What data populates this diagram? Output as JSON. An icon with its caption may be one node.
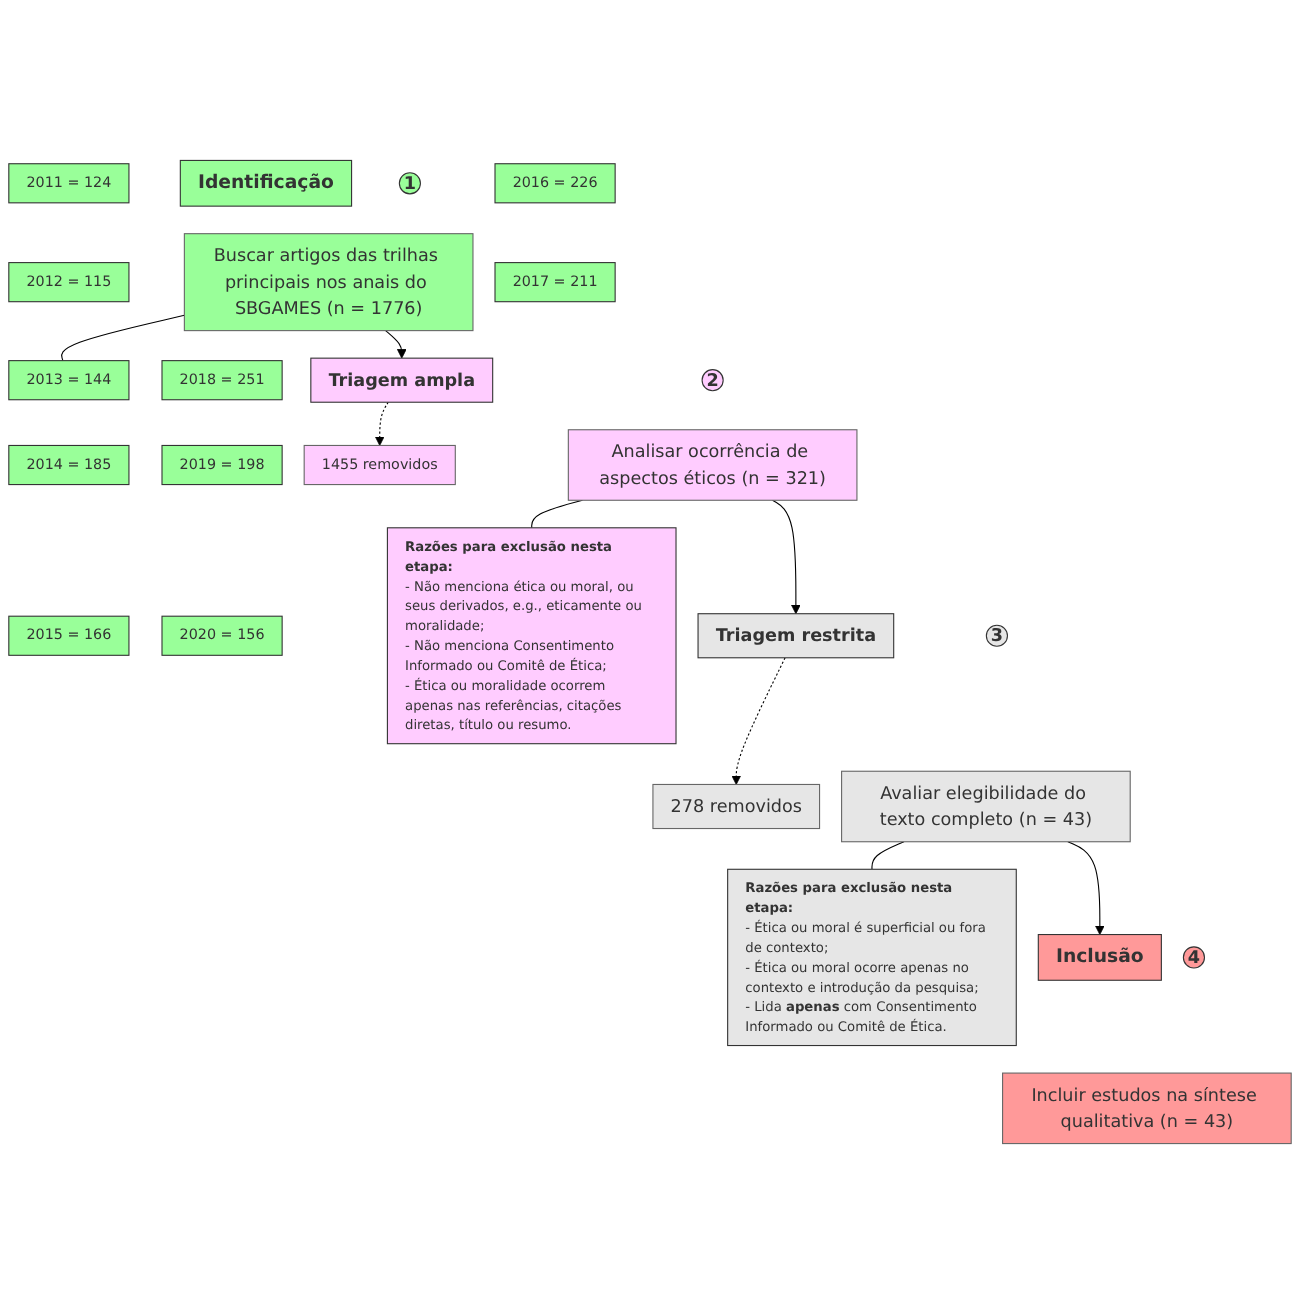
{
  "diagram": {
    "nodes": [
      {
        "text": [
          "Identificação"
        ]
      },
      {
        "text": [
          "Buscar artigos das trilhas principais nos anais do SBGAMES (n = 1776)"
        ]
      },
      {
        "text": [
          "1"
        ]
      },
      {
        "text": [
          "2011 = 124"
        ]
      },
      {
        "text": [
          "2016 = 226"
        ]
      },
      {
        "text": [
          "2012 = 115"
        ]
      },
      {
        "text": [
          "2017 = 211"
        ]
      },
      {
        "text": [
          "2013 = 144"
        ]
      },
      {
        "text": [
          "2018 = 251"
        ]
      },
      {
        "text": [
          "2014 = 185"
        ]
      },
      {
        "text": [
          "2019 = 198"
        ]
      },
      {
        "text": [
          "2015 = 166"
        ]
      },
      {
        "text": [
          "2020 = 156"
        ]
      },
      {
        "text": [
          "Triagem ampla"
        ]
      },
      {
        "text": [
          "1455 removidos"
        ]
      },
      {
        "text": [
          "Analisar ocorrência de aspectos éticos (n = 321)"
        ]
      },
      {
        "text": [
          "2"
        ]
      },
      {
        "text": [
          "Razões para exclusão nesta etapa:",
          "- Não menciona ética ou moral, ou seus derivados, e.g., eticamente ou moralidade;",
          "- Não menciona Consentimento Informado ou Comitê de Ética;",
          "- Ética ou moralidade ocorrem apenas nas referências, citações diretas, título ou resumo."
        ]
      },
      {
        "text": [
          "Triagem restrita"
        ]
      },
      {
        "text": [
          "278 removidos"
        ]
      },
      {
        "text": [
          "Avaliar elegibilidade do texto completo (n = 43)"
        ]
      },
      {
        "text": [
          "3"
        ]
      },
      {
        "text": [
          "Razões para exclusão nesta etapa:",
          "- Ética ou moral é superficial ou fora de contexto;",
          "- Ética ou moral ocorre apenas no contexto e introdução da pesquisa;",
          "- Lida **apenas** com Consentimento Informado ou Comitê de Ética."
        ]
      },
      {
        "text": [
          "Inclusão"
        ]
      },
      {
        "text": [
          "Incluir estudos na síntese qualitativa (n = 43)"
        ]
      },
      {
        "text": [
          "4"
        ]
      }
    ],
    "edges": [
      {
        "from": 1,
        "to": 13,
        "arrow": "to"
      },
      {
        "from": 13,
        "to": 14,
        "arrow": "to",
        "style": "dashed"
      },
      {
        "from": 1,
        "to": 7,
        "arrow": "none"
      },
      {
        "from": 15,
        "to": 18,
        "arrow": "to"
      },
      {
        "from": 15,
        "to": 17,
        "arrow": "none"
      },
      {
        "from": 18,
        "to": 19,
        "arrow": "to",
        "style": "dashed"
      },
      {
        "from": 20,
        "to": 23,
        "arrow": "to"
      },
      {
        "from": 20,
        "to": 22,
        "arrow": "none"
      }
    ]
  }
}
